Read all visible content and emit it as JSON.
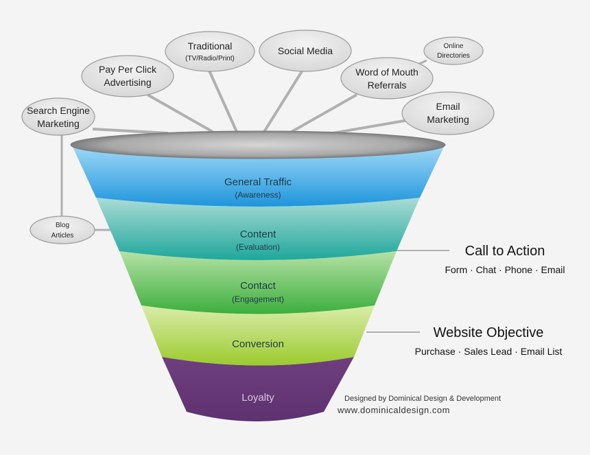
{
  "sources": {
    "search_engine": [
      "Search Engine",
      "Marketing"
    ],
    "ppc": [
      "Pay Per Click",
      "Advertising"
    ],
    "traditional": [
      "Traditional",
      "(TV/Radio/Print)"
    ],
    "social": [
      "Social Media"
    ],
    "word_of_mouth": [
      "Word of Mouth",
      "Referrals"
    ],
    "online_directories": [
      "Online",
      "Directories"
    ],
    "email": [
      "Email",
      "Marketing"
    ],
    "blog": [
      "Blog",
      "Articles"
    ]
  },
  "stages": [
    {
      "title": "General Traffic",
      "subtitle": "(Awareness)"
    },
    {
      "title": "Content",
      "subtitle": "(Evaluation)"
    },
    {
      "title": "Contact",
      "subtitle": "(Engagement)"
    },
    {
      "title": "Conversion",
      "subtitle": ""
    },
    {
      "title": "Loyalty",
      "subtitle": ""
    }
  ],
  "callouts": {
    "call_to_action": {
      "title": "Call to Action",
      "detail": "Form · Chat · Phone · Email"
    },
    "website_objective": {
      "title": "Website Objective",
      "detail": "Purchase · Sales Lead · Email List"
    }
  },
  "credits": {
    "designed_by": "Designed by Dominical Design & Development",
    "url": "www.dominicaldesign.com"
  },
  "colors": {
    "background": "#f4f4f4",
    "bubble_fill": "#e2e2e2",
    "bubble_stroke": "#9a9a9a",
    "connector": "#b0b0b0",
    "rim": "#8a8a8a",
    "traffic": "#2f9fe0",
    "content": "#2fb0a5",
    "contact": "#4ab84a",
    "conversion": "#a6cf3a",
    "loyalty": "#6e3f7d",
    "stage_text": "#1f3a4a",
    "loyalty_text": "#d9c9e2"
  }
}
